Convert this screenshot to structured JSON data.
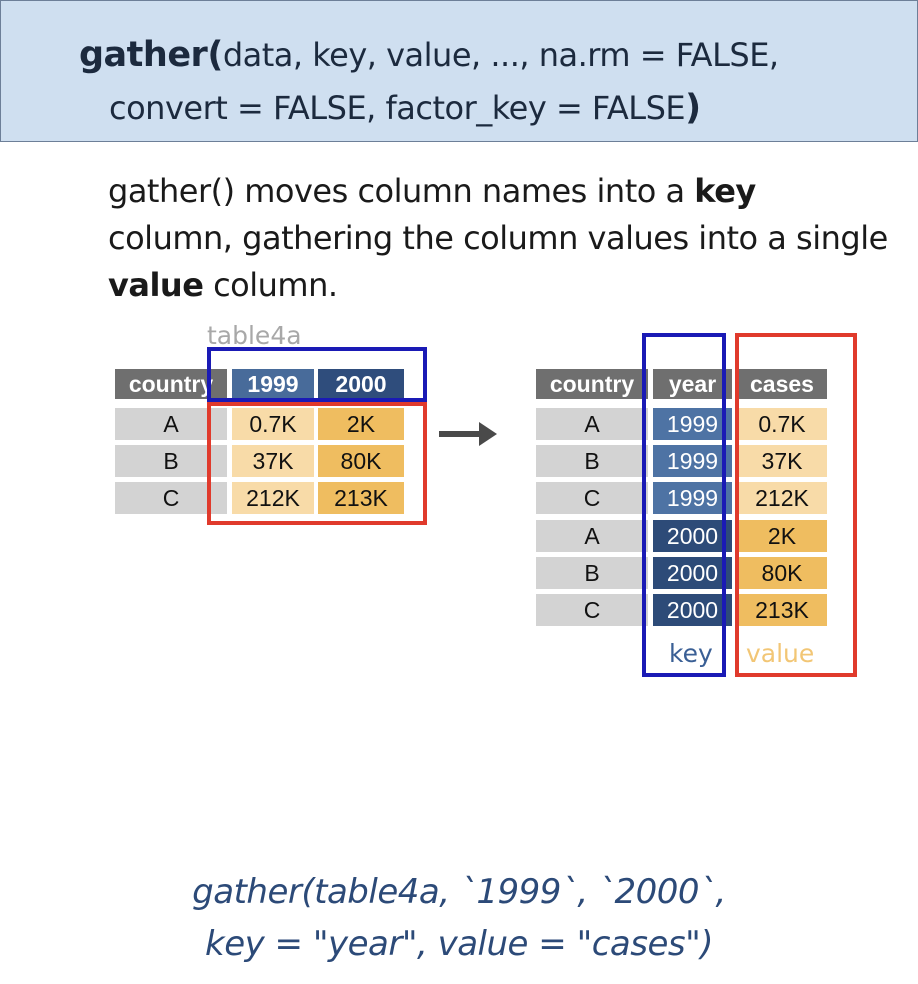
{
  "signature": {
    "fn": "gather(",
    "args_line1": "data, key, value, ..., na.rm = FALSE,",
    "args_line2": "convert = FALSE, factor_key = FALSE",
    "close": ")"
  },
  "description": {
    "part1": "gather() moves column names into a ",
    "bold1": "key",
    "part2": " column, gathering the column values into a single ",
    "bold2": "value",
    "part3": " column."
  },
  "left_table": {
    "name": "table4a",
    "headers": [
      "country",
      "1999",
      "2000"
    ],
    "rows": [
      [
        "A",
        "0.7K",
        "2K"
      ],
      [
        "B",
        "37K",
        "80K"
      ],
      [
        "C",
        "212K",
        "213K"
      ]
    ]
  },
  "arrow": "→",
  "right_table": {
    "headers": [
      "country",
      "year",
      "cases"
    ],
    "rows": [
      [
        "A",
        "1999",
        "0.7K"
      ],
      [
        "B",
        "1999",
        "37K"
      ],
      [
        "C",
        "1999",
        "212K"
      ],
      [
        "A",
        "2000",
        "2K"
      ],
      [
        "B",
        "2000",
        "80K"
      ],
      [
        "C",
        "2000",
        "213K"
      ]
    ],
    "key_label": "key",
    "value_label": "value"
  },
  "code": {
    "line1": "gather(table4a, `1999`, `2000`,",
    "line2": "key = \"year\", value = \"cases\")"
  },
  "colors": {
    "header_bg": "#cfdff0",
    "blue_box": "#1a1ab5",
    "red_box": "#e03a2c",
    "key_text": "#3a5f95",
    "value_text": "#f2c675"
  }
}
